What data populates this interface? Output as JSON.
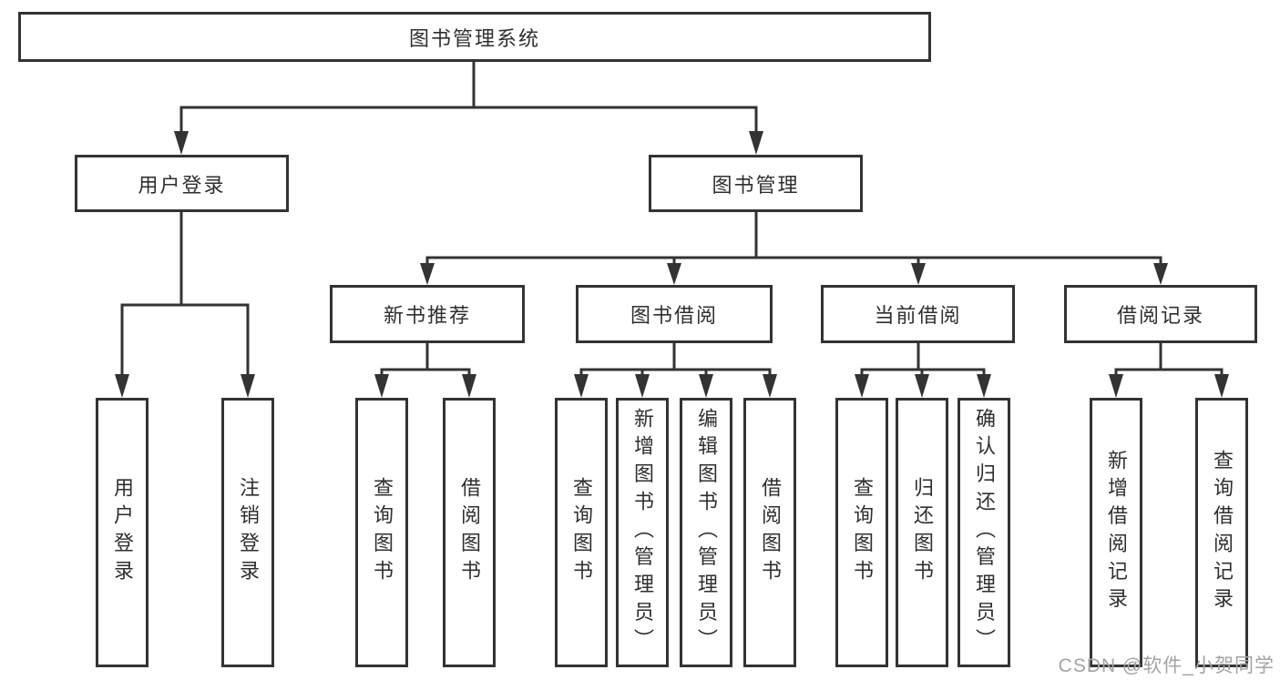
{
  "colors": {
    "line": "#333333",
    "box_border": "#333333",
    "text": "#2f2f2f",
    "background": "#ffffff",
    "watermark": "#a3a3a3"
  },
  "watermark": {
    "text": "CSDN @软件_小贺同学"
  },
  "tree": {
    "root": {
      "label": "图书管理系统"
    },
    "level2": [
      {
        "label": "用户登录",
        "children": [
          {
            "label": "用户登录"
          },
          {
            "label": "注销登录"
          }
        ]
      },
      {
        "label": "图书管理",
        "children": [
          {
            "label": "新书推荐",
            "children": [
              {
                "label": "查询图书"
              },
              {
                "label": "借阅图书"
              }
            ]
          },
          {
            "label": "图书借阅",
            "children": [
              {
                "label": "查询图书"
              },
              {
                "label": "新增图书（管理员）"
              },
              {
                "label": "编辑图书（管理员）"
              },
              {
                "label": "借阅图书"
              }
            ]
          },
          {
            "label": "当前借阅",
            "children": [
              {
                "label": "查询图书"
              },
              {
                "label": "归还图书"
              },
              {
                "label": "确认归还（管理员）"
              }
            ]
          },
          {
            "label": "借阅记录",
            "children": [
              {
                "label": "新增借阅记录"
              },
              {
                "label": "查询借阅记录"
              }
            ]
          }
        ]
      }
    ]
  }
}
